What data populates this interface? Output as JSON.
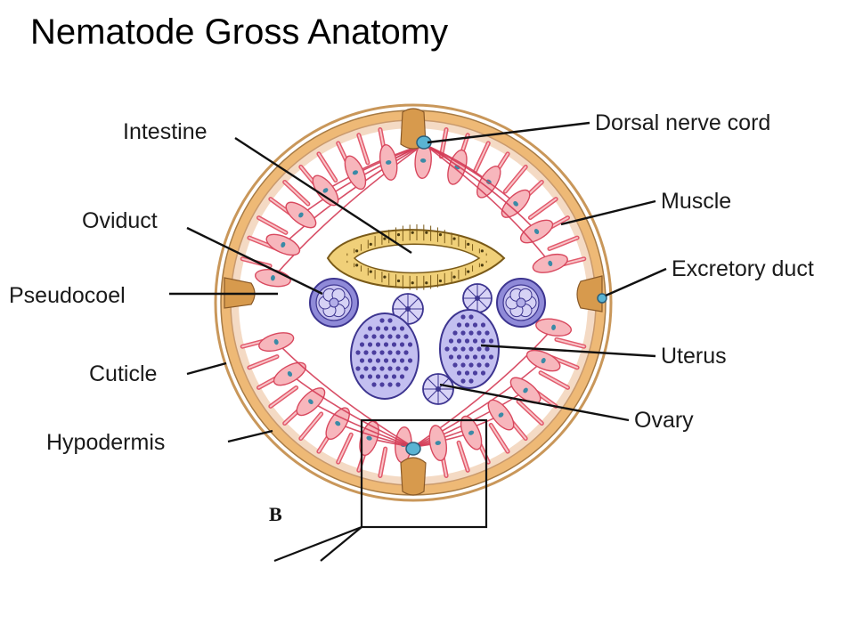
{
  "title": "Nematode Gross Anatomy",
  "figure_letter": "B",
  "labels": {
    "intestine": "Intestine",
    "oviduct": "Oviduct",
    "pseudocoel": "Pseudocoel",
    "cuticle": "Cuticle",
    "hypodermis": "Hypodermis",
    "dorsal_nerve_cord": "Dorsal nerve cord",
    "muscle": "Muscle",
    "excretory_duct": "Excretory duct",
    "uterus": "Uterus",
    "ovary": "Ovary"
  },
  "colors": {
    "cuticle": "#e8b877",
    "hypodermis": "#f3dcc8",
    "muscle": "#e8566a",
    "muscle_light": "#f7b9be",
    "intestine": "#e6c868",
    "oviduct": "#7b74c9",
    "uterus_dots": "#4b3e9e",
    "nerve": "#4aa9c8"
  }
}
